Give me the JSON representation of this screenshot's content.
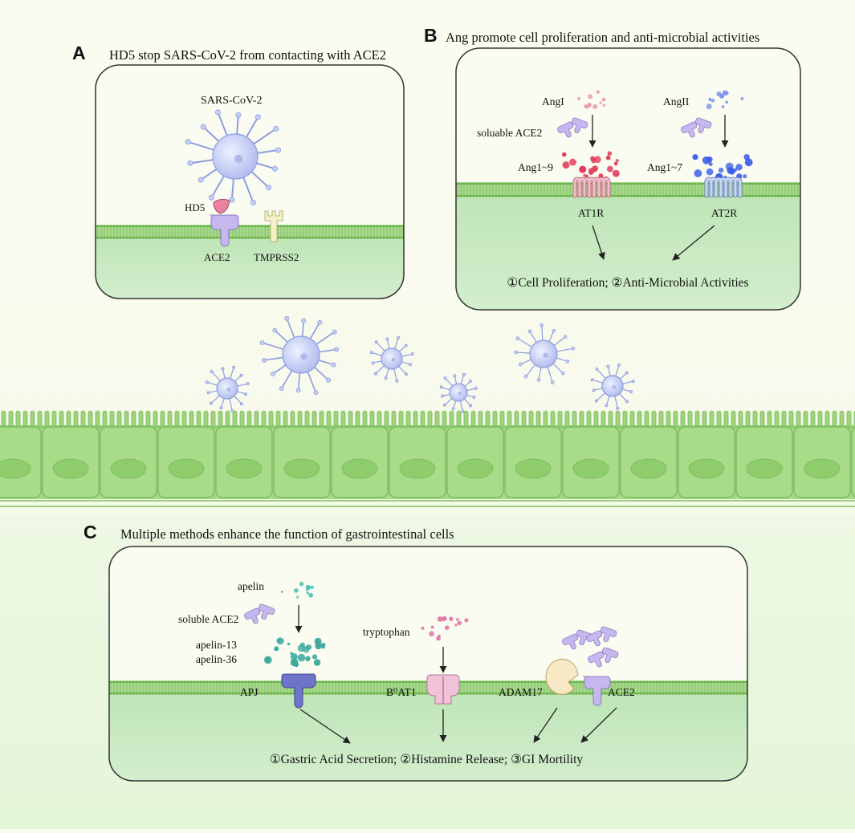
{
  "panel_a": {
    "letter": "A",
    "title": "HD5 stop SARS-CoV-2 from contacting with ACE2",
    "virus_label": "SARS-CoV-2",
    "hd5_label": "HD5",
    "ace2_label": "ACE2",
    "tmprss2_label": "TMPRSS2"
  },
  "panel_b": {
    "letter": "B",
    "title": "Ang promote cell proliferation and anti-microbial activities",
    "angI_label": "AngI",
    "angII_label": "AngII",
    "soluable_ace2_label": "soluable ACE2",
    "ang19_label": "Ang1~9",
    "ang17_label": "Ang1~7",
    "at1r_label": "AT1R",
    "at2r_label": "AT2R",
    "outcome": "①Cell Proliferation; ②Anti-Microbial Activities"
  },
  "panel_c": {
    "letter": "C",
    "title": "Multiple methods enhance the function of gastrointestinal cells",
    "apelin_label": "apelin",
    "soluble_ace2_label": "soluble ACE2",
    "apelin13_label": "apelin-13",
    "apelin36_label": "apelin-36",
    "apj_label": "APJ",
    "tryptophan_label": "tryptophan",
    "b0at1_label": "B⁰AT1",
    "adam17_label": "ADAM17",
    "ace2_label": "ACE2",
    "outcome": "①Gastric Acid Secretion; ②Histamine Release; ③GI Mortility"
  },
  "colors": {
    "membrane": "#8ccb6f",
    "cell_green": "#a6da86",
    "cytoplasm": "#c9e9c2",
    "virus": "#b8c4f2",
    "ace2": "#c6b8ee",
    "hd5": "#e8829e",
    "ang19_dots": "#e03b58",
    "ang17_dots": "#3b5ee8",
    "apelin_dots": "#3bbfb0",
    "tryptophan_dots": "#e27aaa",
    "apj": "#6e74c8",
    "b0at1": "#f0c3d8",
    "adam17": "#f8e8c6"
  }
}
